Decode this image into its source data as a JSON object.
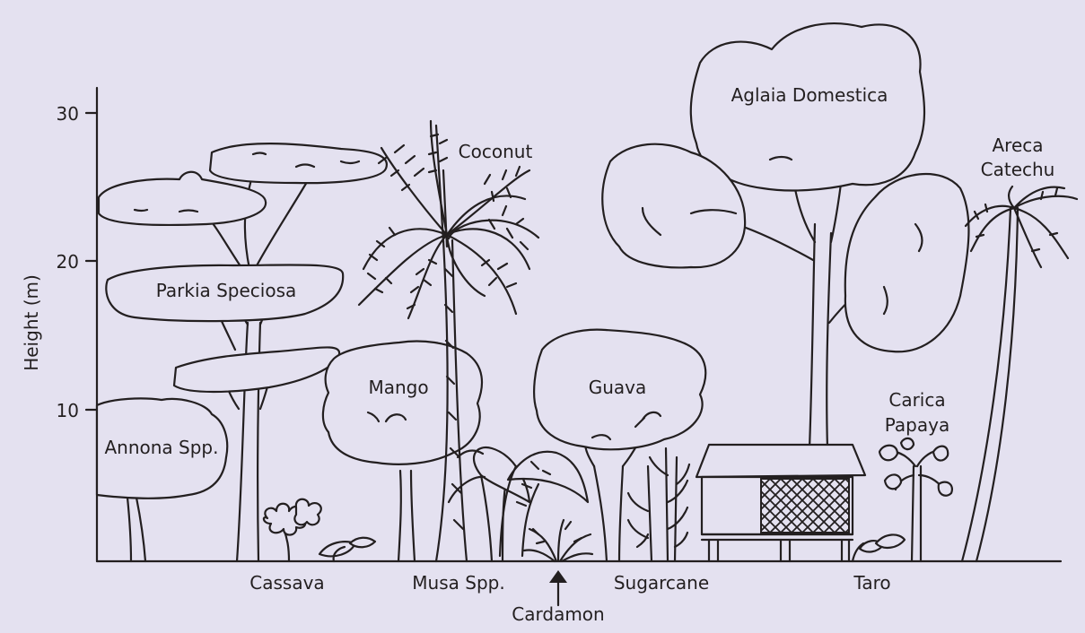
{
  "axis": {
    "y_label": "Height (m)",
    "ticks": [
      "10",
      "20",
      "30"
    ]
  },
  "plants": {
    "annona": "Annona Spp.",
    "parkia": "Parkia Speciosa",
    "mango": "Mango",
    "coconut": "Coconut",
    "guava": "Guava",
    "aglaia": "Aglaia Domestica",
    "areca_line1": "Areca",
    "areca_line2": "Catechu",
    "papaya_line1": "Carica",
    "papaya_line2": "Papaya"
  },
  "ground_labels": {
    "cassava": "Cassava",
    "musa": "Musa Spp.",
    "cardamon": "Cardamon",
    "sugarcane": "Sugarcane",
    "taro": "Taro"
  },
  "colors": {
    "background": "#e4e1f0",
    "ink": "#231f20"
  }
}
